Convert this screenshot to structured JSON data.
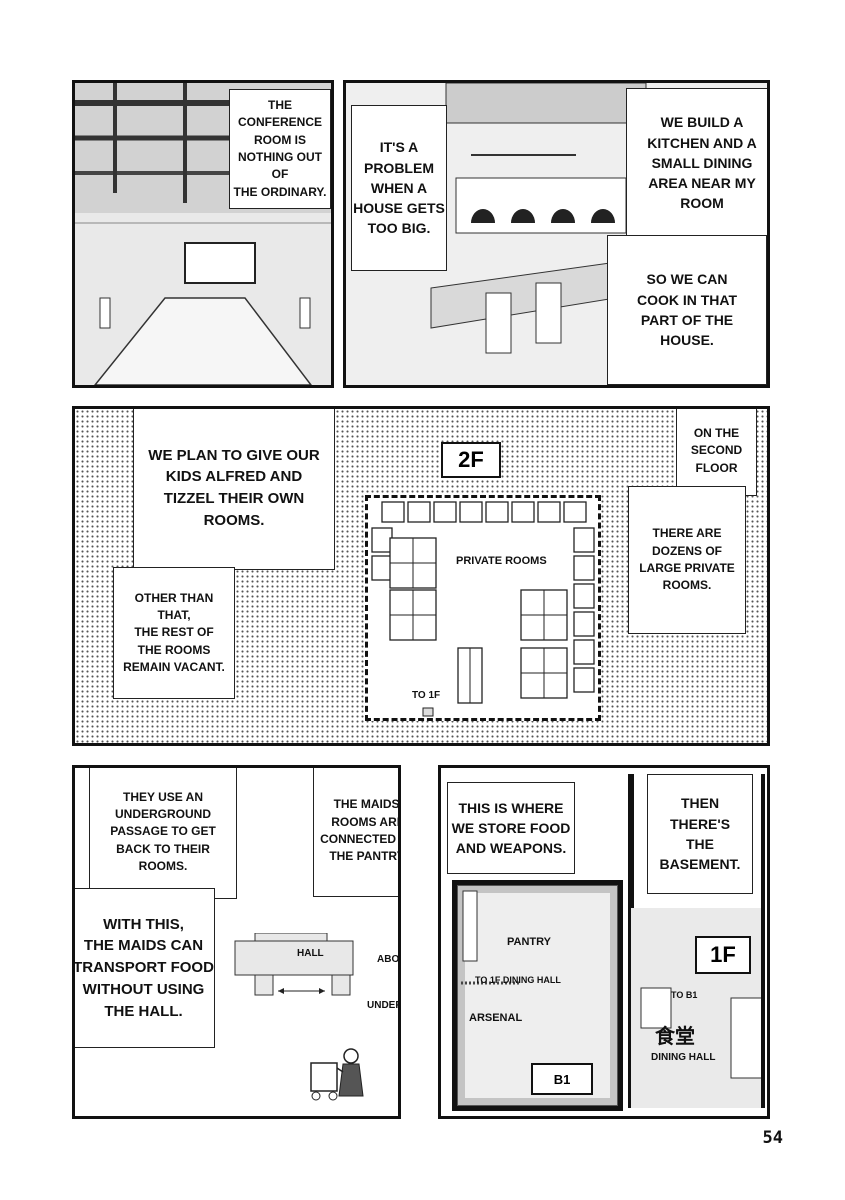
{
  "panel1": {
    "caption": "THE\nCONFERENCE\nROOM IS\nNOTHING OUT OF\nTHE ORDINARY."
  },
  "panel2": {
    "caption_left": "IT'S A\nPROBLEM\nWHEN A\nHOUSE GETS\nTOO BIG.",
    "caption_right_top": "WE BUILD A\nKITCHEN AND A\nSMALL DINING\nAREA NEAR MY\nROOM",
    "caption_right_bottom": "SO WE CAN\nCOOK IN THAT\nPART OF THE\nHOUSE."
  },
  "panel3": {
    "caption_top_left": "WE PLAN TO GIVE OUR\nKIDS ALFRED AND\nTIZZEL THEIR OWN\nROOMS.",
    "caption_bottom_left": "OTHER THAN\nTHAT,\nTHE REST OF\nTHE ROOMS\nREMAIN VACANT.",
    "caption_top_right": "ON THE\nSECOND\nFLOOR",
    "caption_right": "THERE ARE\nDOZENS OF\nLARGE PRIVATE\nROOMS.",
    "floor_label": "2F",
    "private_rooms_label": "PRIVATE ROOMS",
    "stairs_label": "TO 1F"
  },
  "panel4": {
    "caption_top_left": "THEY USE AN\nUNDERGROUND\nPASSAGE TO GET\nBACK TO THEIR\nROOMS.",
    "caption_top_right": "THE MAIDS'\nROOMS ARE\nCONNECTED TO\nTHE PANTRY.",
    "caption_bottom": "WITH THIS,\nTHE MAIDS CAN\nTRANSPORT FOOD\nWITHOUT USING\nTHE HALL.",
    "hall_label": "HALL",
    "aboveground_label": "ABOVEGROUND",
    "underground_label": "UNDERGROUND"
  },
  "panel5": {
    "caption_left": "THIS IS WHERE\nWE STORE FOOD\nAND WEAPONS.",
    "caption_right": "THEN\nTHERE'S\nTHE\nBASEMENT.",
    "pantry_label": "PANTRY",
    "to_dining_label": "TO 1F DINING HALL",
    "arsenal_label": "ARSENAL",
    "b1_label": "B1",
    "floor_1f_label": "1F",
    "to_b1_label": "TO B1",
    "dining_kanji": "食堂",
    "dining_hall_label": "DINING HALL"
  },
  "page_number": "54"
}
